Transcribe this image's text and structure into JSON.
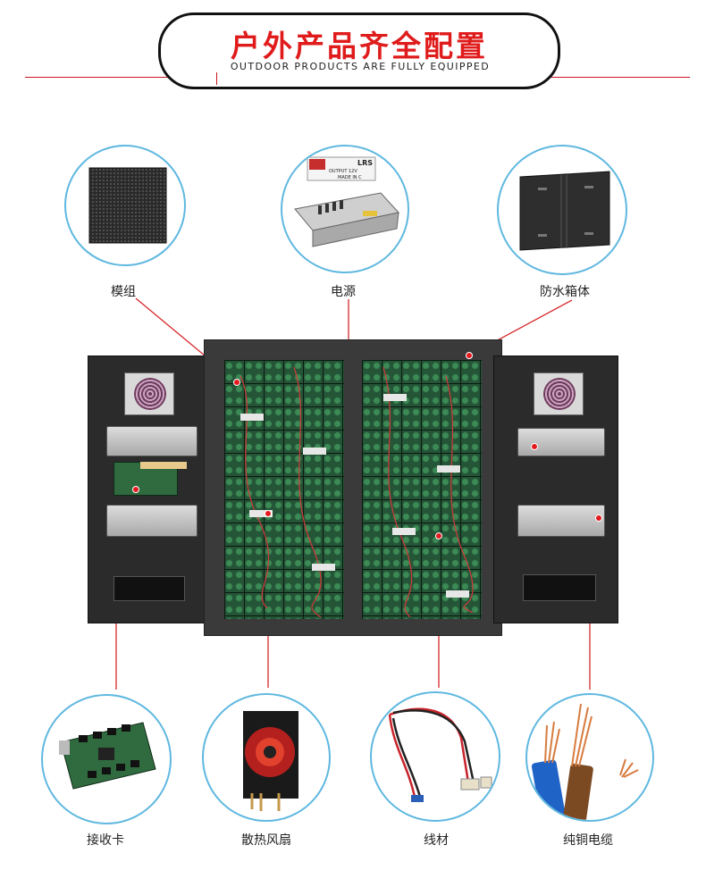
{
  "header": {
    "title": "户外产品齐全配置",
    "subtitle": "OUTDOOR PRODUCTS ARE FULLY EQUIPPED"
  },
  "components_top": [
    {
      "label": "模组",
      "icon": "led-module-icon"
    },
    {
      "label": "电源",
      "icon": "power-supply-icon"
    },
    {
      "label": "防水箱体",
      "icon": "waterproof-cabinet-icon"
    }
  ],
  "power_supply_label": {
    "brand": "LRS",
    "line1": "OUTPUT  12V",
    "line2": "MADE IN C"
  },
  "components_bottom": [
    {
      "label": "接收卡",
      "icon": "receiving-card-icon"
    },
    {
      "label": "散热风扇",
      "icon": "cooling-fan-icon"
    },
    {
      "label": "线材",
      "icon": "wire-harness-icon"
    },
    {
      "label": "纯铜电缆",
      "icon": "copper-cable-icon"
    }
  ],
  "colors": {
    "accent_red": "#e01b1b",
    "circle_border": "#5fb8e0",
    "line_red": "#d6282b"
  }
}
